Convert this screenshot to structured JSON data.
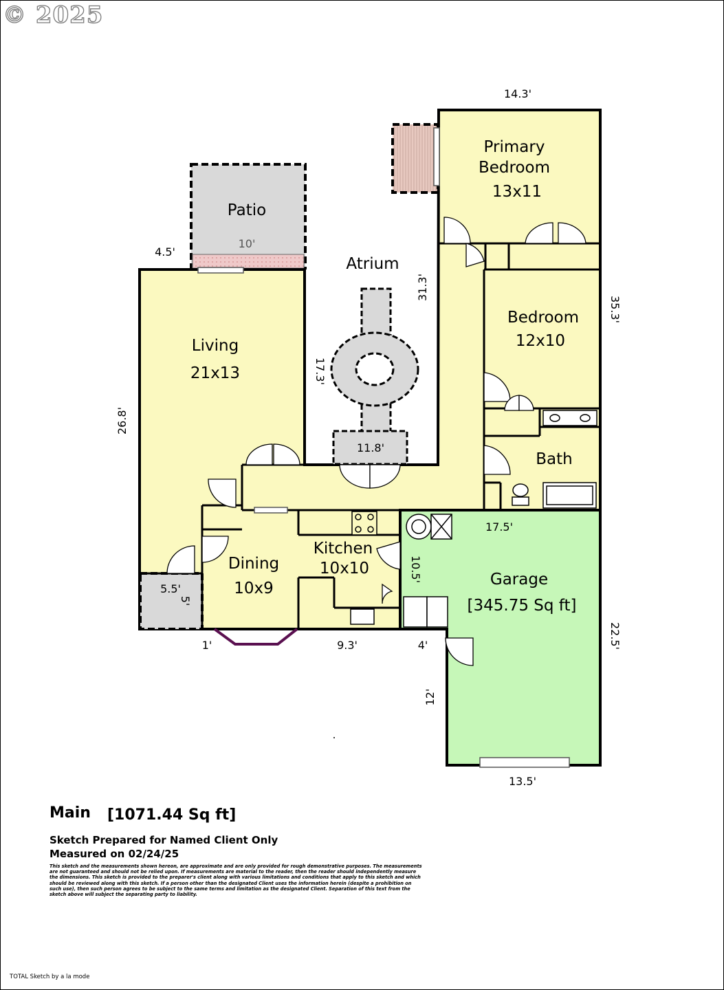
{
  "watermark": "© 2025",
  "rooms": {
    "primary_bedroom": {
      "name_line1": "Primary",
      "name_line2": "Bedroom",
      "size": "13x11"
    },
    "bedroom": {
      "name": "Bedroom",
      "size": "12x10"
    },
    "bath": {
      "name": "Bath"
    },
    "living": {
      "name": "Living",
      "size": "21x13"
    },
    "patio": {
      "name": "Patio"
    },
    "atrium": {
      "name": "Atrium"
    },
    "dining": {
      "name": "Dining",
      "size": "10x9"
    },
    "kitchen": {
      "name": "Kitchen",
      "size": "10x10"
    },
    "garage": {
      "name": "Garage",
      "area": "[345.75 Sq ft]"
    }
  },
  "dimensions": {
    "top_primary": "14.3'",
    "right_upper": "35.3'",
    "atrium_wall": "31.3'",
    "atrium_feature": "17.3'",
    "atrium_box": "11.8'",
    "living_left": "26.8'",
    "patio_left": "4.5'",
    "patio_width": "10'",
    "closet_w": "5.5'",
    "closet_h": "5'",
    "bay": "1'",
    "dining_bottom": "9.3'",
    "garage_step": "4'",
    "garage_step_h": "12'",
    "garage_top": "17.5'",
    "garage_left": "10.5'",
    "garage_right": "22.5'",
    "garage_bottom": "13.5'"
  },
  "summary": {
    "level": "Main",
    "area": "[1071.44 Sq ft]",
    "line1": "Sketch Prepared for Named Client Only",
    "line2": "Measured on 02/24/25",
    "disclaimer": "This sketch and the measurements shown hereon, are approximate and are only provided for rough demonstrative purposes. The measurements are not guaranteed and should not be relied upon. If measurements are material to the reader, then the reader should independently measure the dimensions. This sketch is provided to the preparer's client along with various limitations and conditions that apply to this sketch and which should be reviewed along with this sketch. If a person other than the designated Client uses the information herein (despite a prohibition on such use), then such person agrees to be subject to the same terms and limitation as the designated Client. Separation of this text from the sketch above will subject the separating party to liability."
  },
  "footer": "TOTAL Sketch by a la mode",
  "colors": {
    "living_fill": "#fbf9c0",
    "garage_fill": "#c6f7b8",
    "patio_fill": "#d9d9d9",
    "deck_fill": "#e8c9c0",
    "bay_stroke": "#5a1050",
    "wall": "#000000"
  }
}
